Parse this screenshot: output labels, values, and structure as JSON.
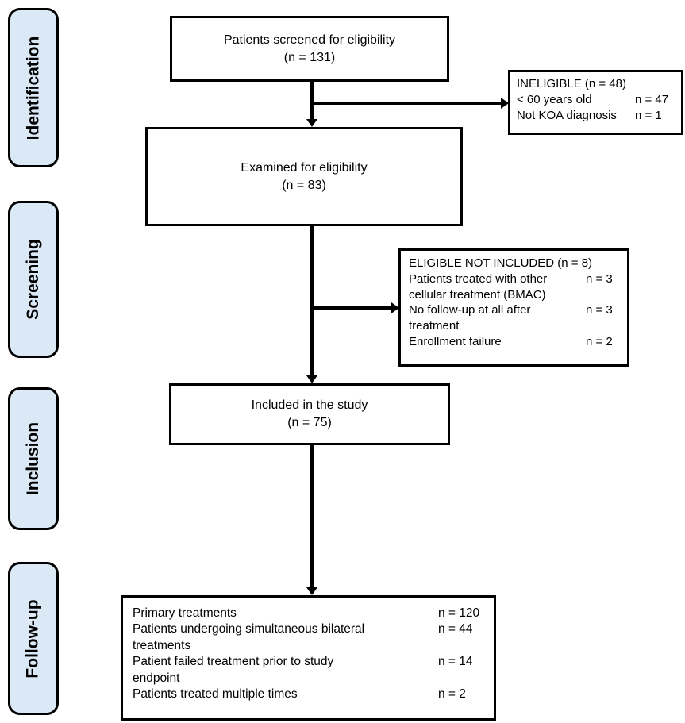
{
  "stages": [
    {
      "label": "Identification"
    },
    {
      "label": "Screening"
    },
    {
      "label": "Inclusion"
    },
    {
      "label": "Follow-up"
    }
  ],
  "boxes": {
    "screened": {
      "line1": "Patients screened for eligibility",
      "line2": "(n = 131)"
    },
    "ineligible": {
      "title": "INELIGIBLE (n = 48)",
      "rows": [
        {
          "label": "< 60 years old",
          "value": "n = 47"
        },
        {
          "label": "Not KOA diagnosis",
          "value": "n = 1"
        }
      ]
    },
    "examined": {
      "line1": "Examined for eligibility",
      "line2": "(n = 83)"
    },
    "eligible_not_included": {
      "title": "ELIGIBLE NOT INCLUDED (n = 8)",
      "rows": [
        {
          "label": "Patients treated with other cellular treatment (BMAC)",
          "value": "n = 3"
        },
        {
          "label": "No follow-up at all after treatment",
          "value": "n = 3"
        },
        {
          "label": "Enrollment failure",
          "value": "n = 2"
        }
      ]
    },
    "included": {
      "line1": "Included in the study",
      "line2": "(n = 75)"
    },
    "follow_up": {
      "rows": [
        {
          "label": "Primary treatments",
          "value": "n = 120"
        },
        {
          "label": "Patients undergoing simultaneous bilateral treatments",
          "value": "n = 44"
        },
        {
          "label": "Patient failed treatment prior to study endpoint",
          "value": "n = 14"
        },
        {
          "label": "Patients treated multiple times",
          "value": "n = 2"
        }
      ]
    }
  },
  "colors": {
    "stage_fill": "#dbe9f6",
    "line": "#000000",
    "box_fill": "#ffffff"
  }
}
